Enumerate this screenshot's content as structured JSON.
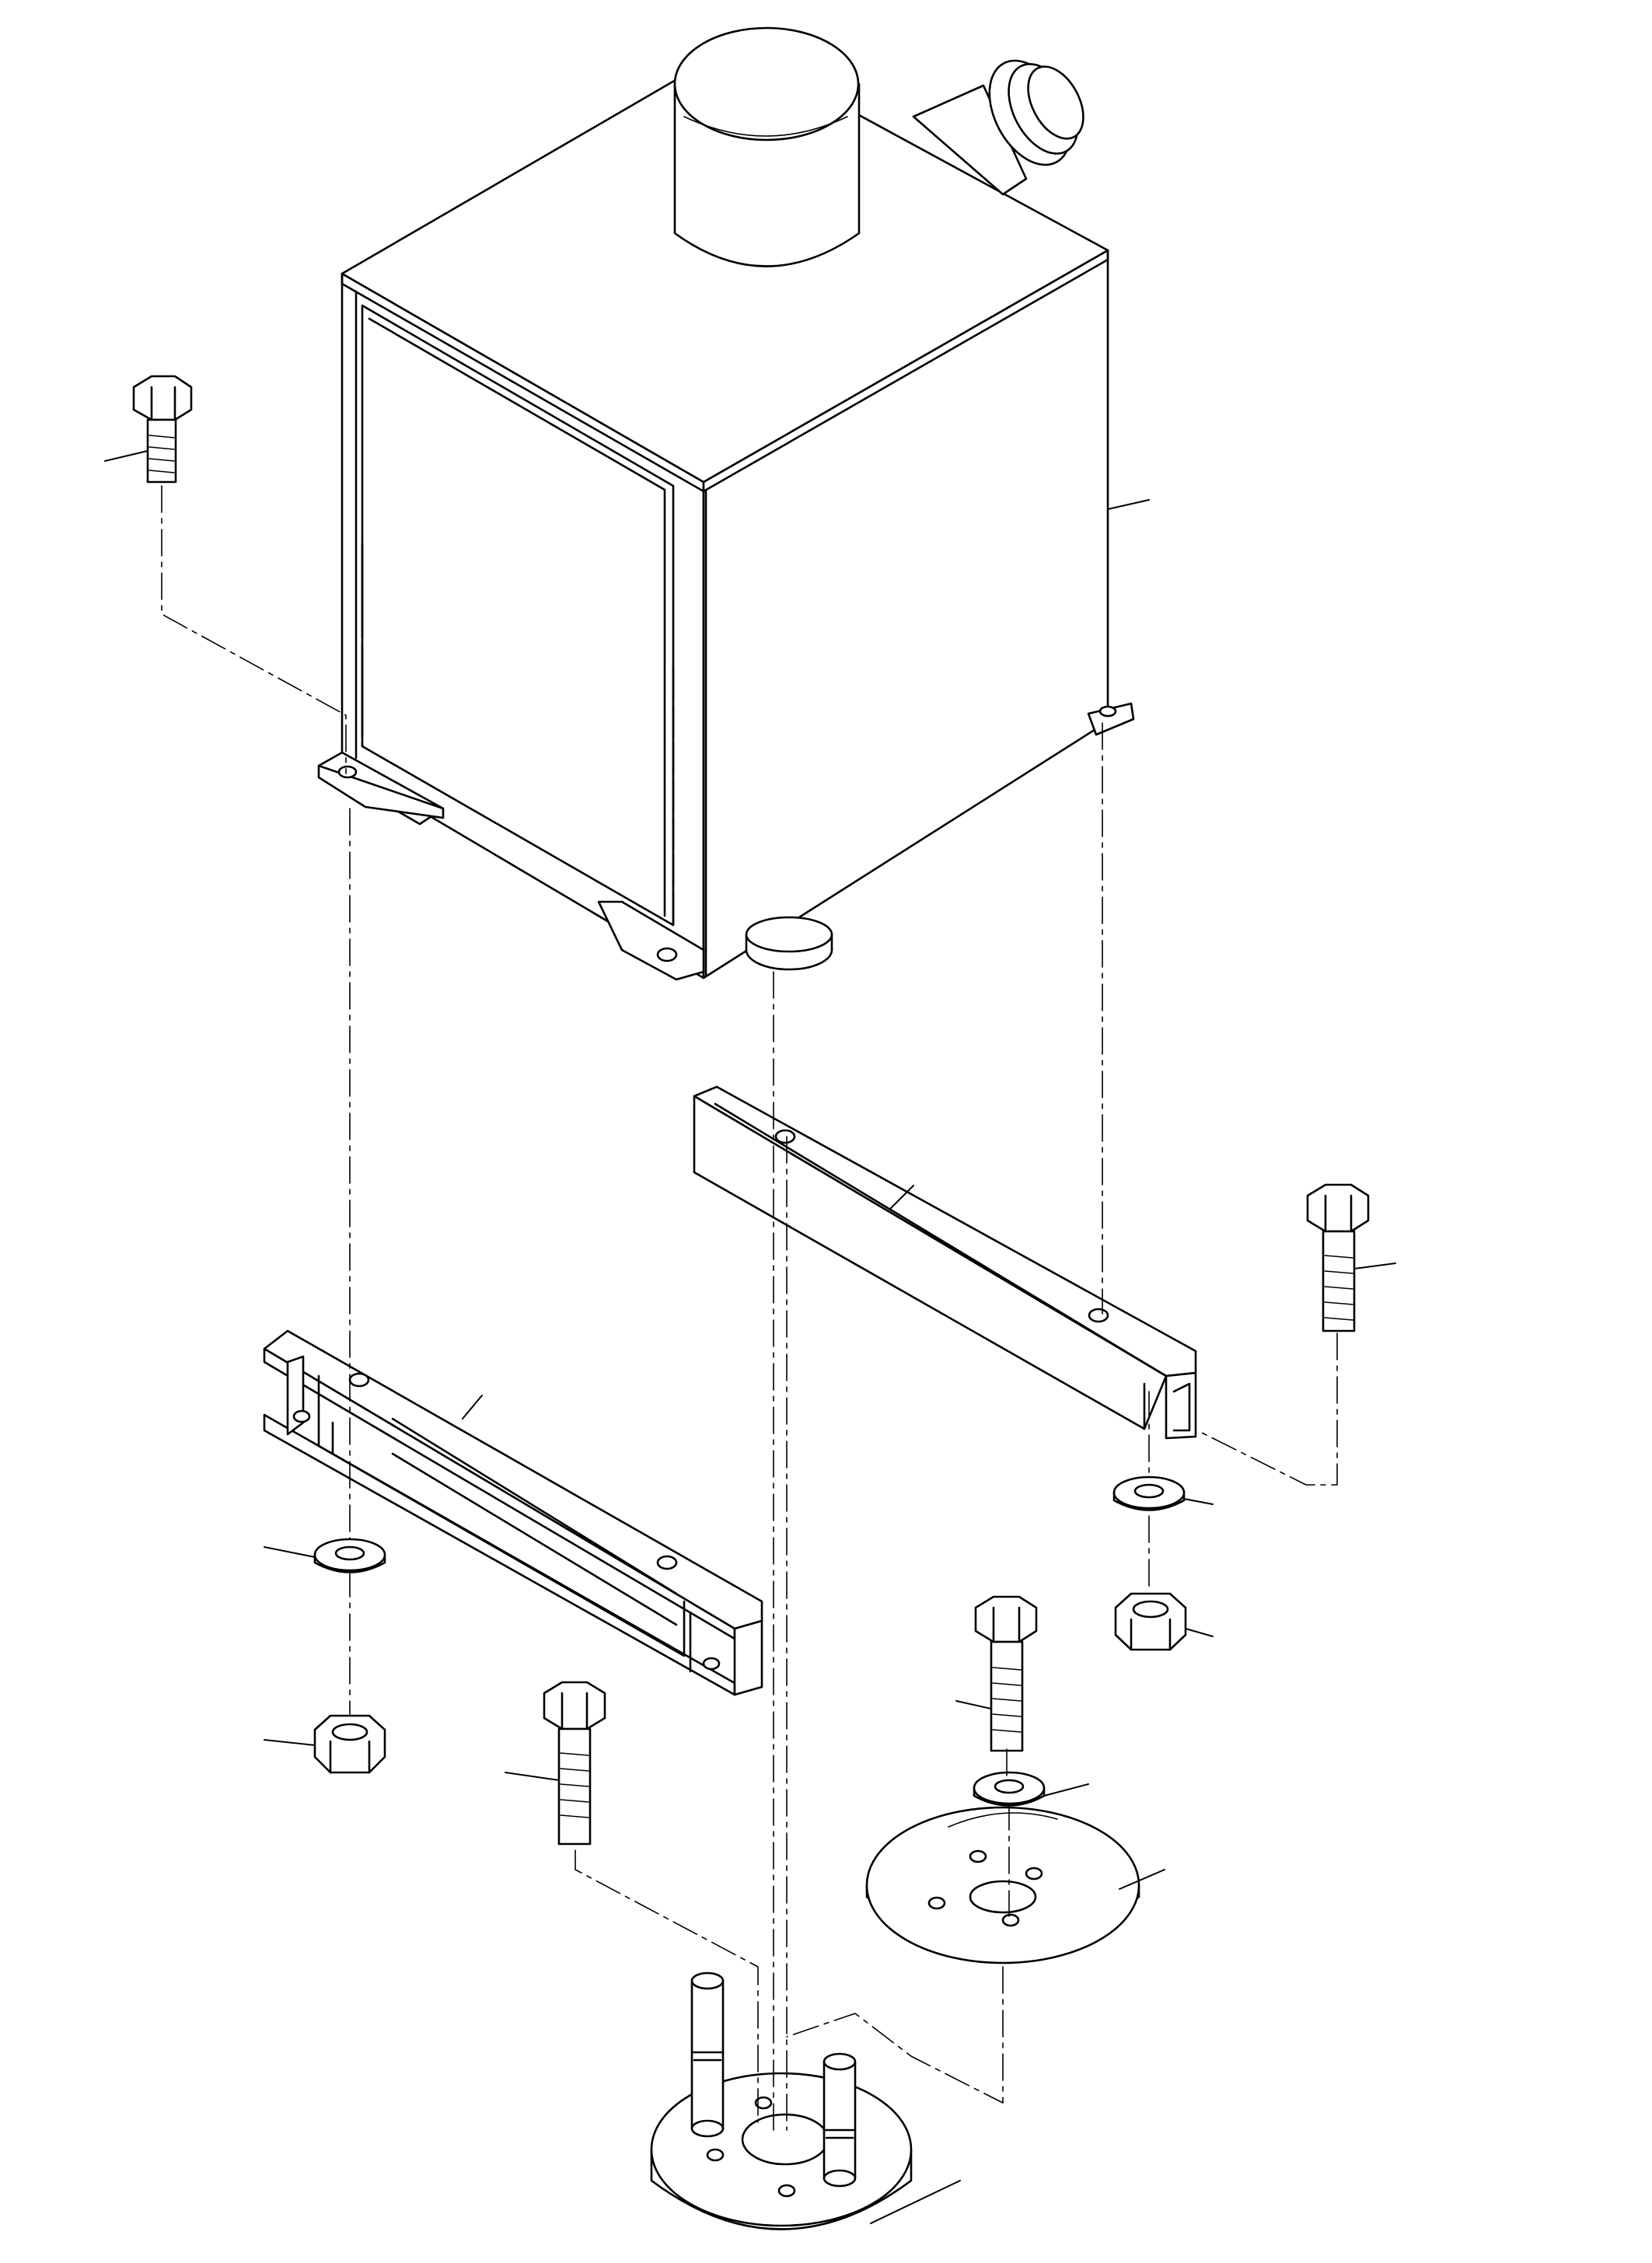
{
  "diagram": {
    "style": "exploded-view line drawing",
    "colors": {
      "ink": "#000000",
      "paper": "#ffffff",
      "part_fill": "#ffffff"
    },
    "callout_labels_visible": false,
    "parts": [
      "tank-body",
      "breather-cap",
      "side-port",
      "hex-bolt",
      "support-rail-channel",
      "washer",
      "hex-nut",
      "mounting-plate-flange",
      "base-mount-with-studs"
    ]
  }
}
